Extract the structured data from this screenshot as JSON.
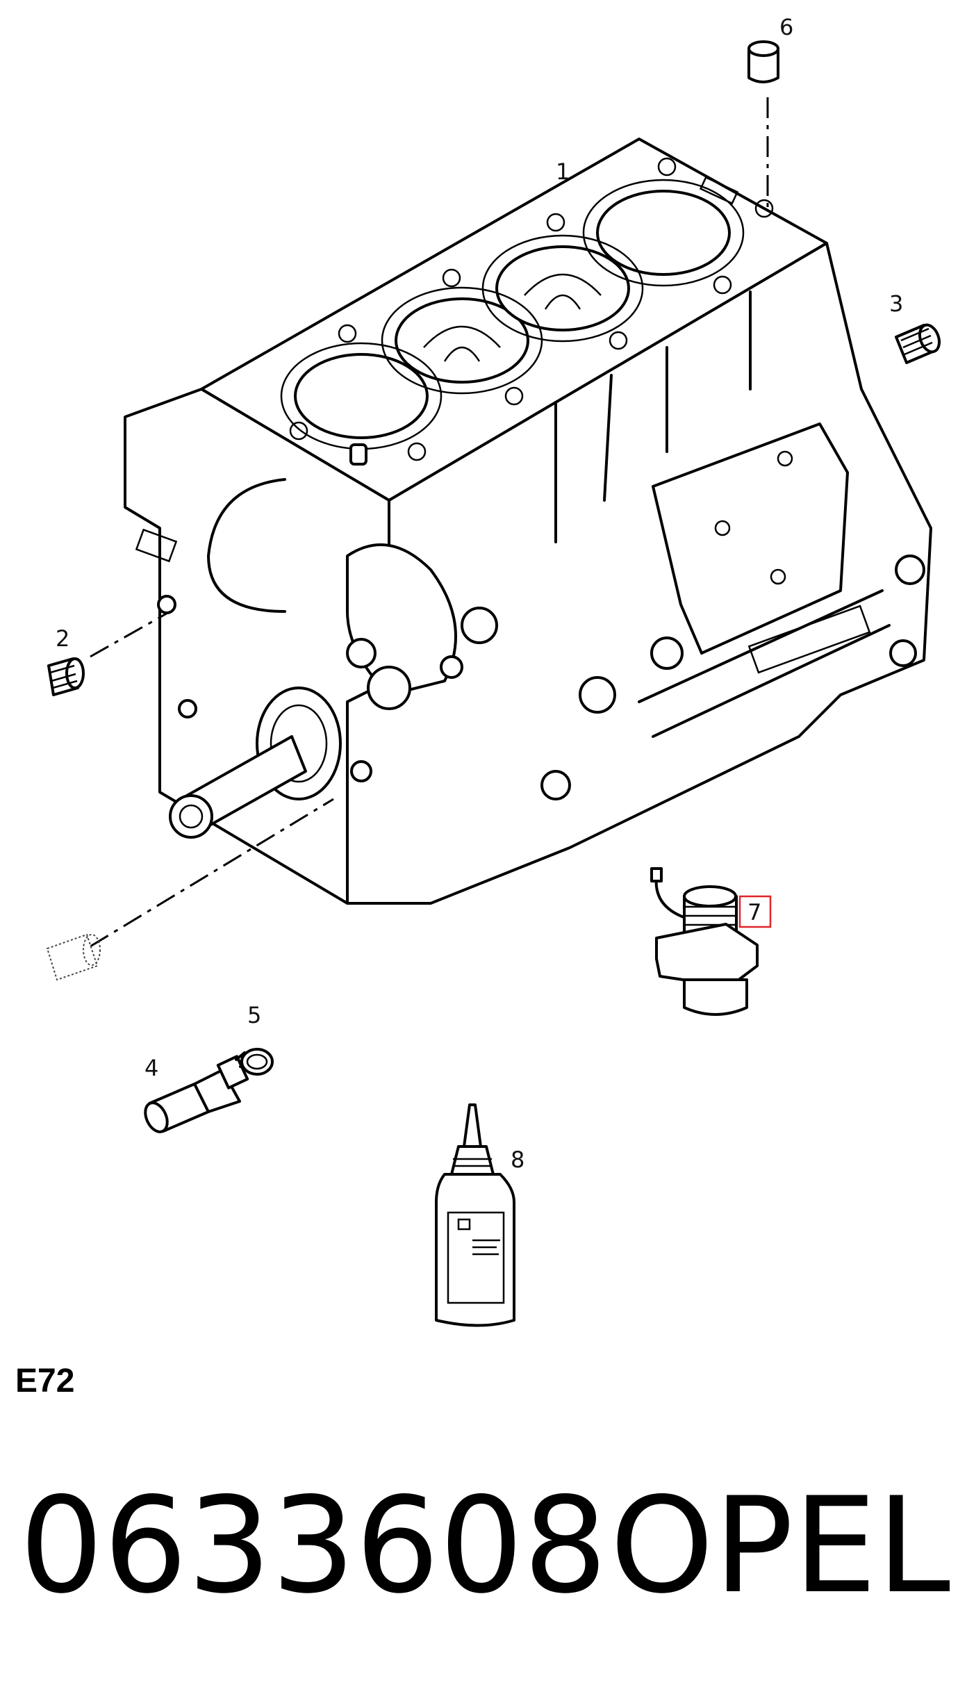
{
  "callouts": [
    "1",
    "2",
    "3",
    "4",
    "5",
    "6",
    "7",
    "8"
  ],
  "highlighted_callout": "7",
  "highlight_color": "#e0242a",
  "diagram_code": "E72",
  "part_number": "0633608",
  "brand": "OPEL"
}
